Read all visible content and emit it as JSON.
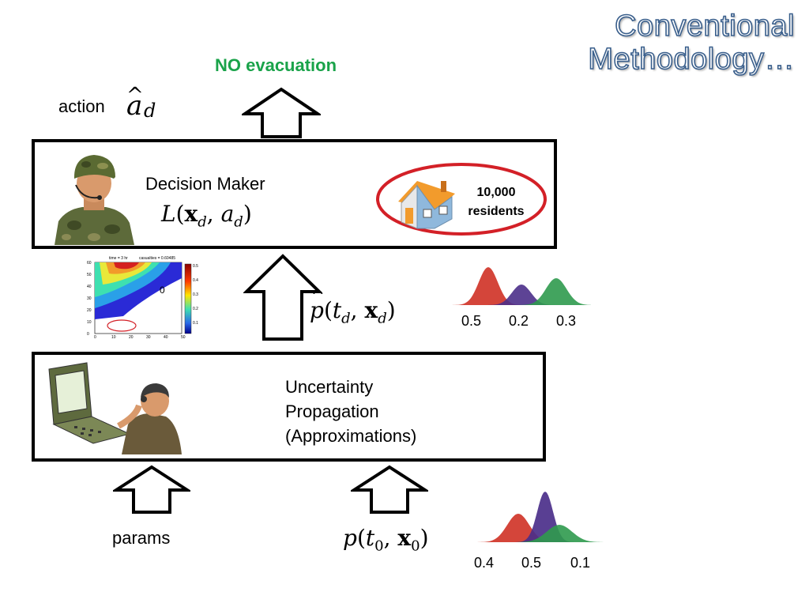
{
  "title": {
    "line1": "Conventional",
    "line2": "Methodology…"
  },
  "top_decision": "NO evacuation",
  "action": {
    "label": "action",
    "symbol_base": "a",
    "symbol_sub": "d"
  },
  "decision_box": {
    "title": "Decision Maker",
    "loss": {
      "fn": "L",
      "open": "(",
      "x": "x",
      "x_sub": "d",
      "sep": ", ",
      "a": "a",
      "a_sub": "d",
      "close": ")"
    },
    "house_label_line1": "10,000",
    "house_label_line2": "residents"
  },
  "heatmap": {
    "header_time": "time = 3 hr",
    "header_casualties": "casualties = 0.60485",
    "y_ticks": [
      "0",
      "10",
      "20",
      "30",
      "40",
      "50",
      "60"
    ],
    "x_ticks": [
      "0",
      "10",
      "20",
      "30",
      "40",
      "50"
    ],
    "colorbar_ticks": [
      "0.5",
      "0.4",
      "0.3",
      "0.2",
      "0.1"
    ],
    "annotation": "0"
  },
  "posterior": {
    "p": "p",
    "open": "(",
    "t": "t",
    "t_sub": "d",
    "sep": ", ",
    "x": "x",
    "x_sub": "d",
    "close": ")"
  },
  "posterior_dist_values": [
    "0.5",
    "0.2",
    "0.3"
  ],
  "uncertainty_box": {
    "line1": "Uncertainty",
    "line2": "Propagation",
    "line3": "(Approximations)"
  },
  "params_label": "params",
  "prior": {
    "p": "p",
    "open": "(",
    "t": "t",
    "t_sub": "0",
    "sep": ", ",
    "x": "x",
    "x_sub": "0",
    "close": ")"
  },
  "prior_dist_values": [
    "0.4",
    "0.5",
    "0.1"
  ],
  "colors": {
    "red": "#d4453a",
    "purple": "#4b2f8a",
    "green": "#2f9a4e",
    "accent_green": "#1aa34a",
    "ellipse_red": "#d32027"
  }
}
